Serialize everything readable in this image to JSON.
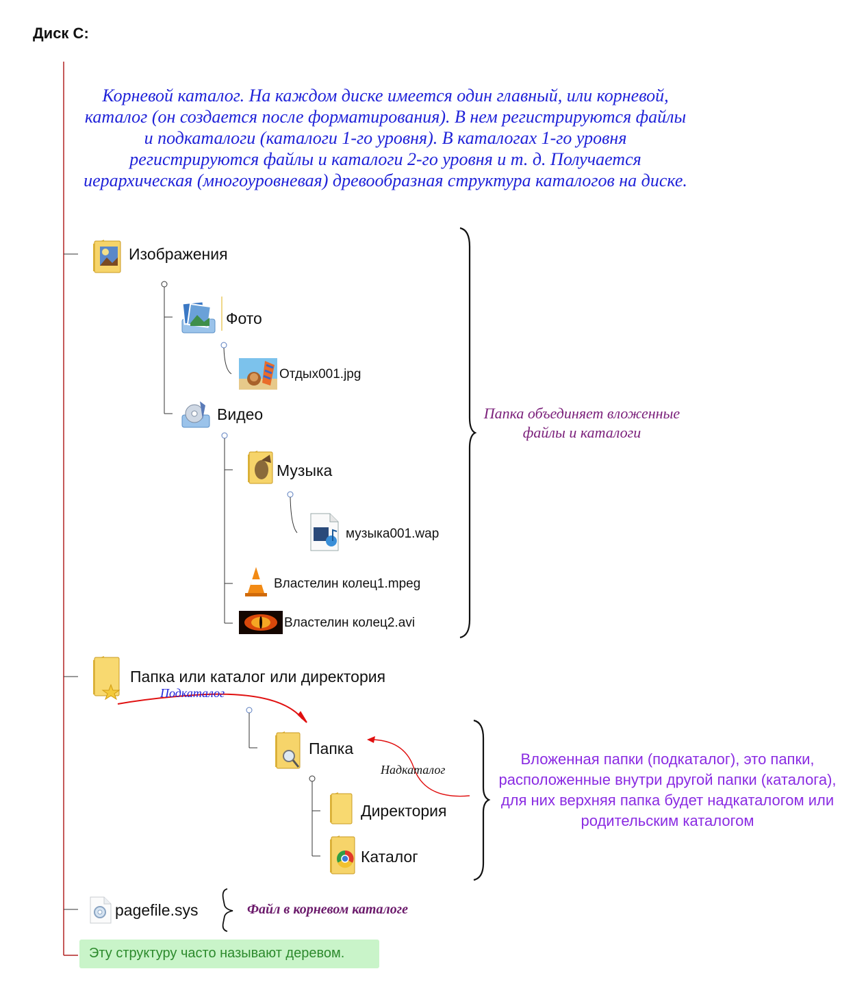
{
  "title": "Диск С:",
  "intro_text": "Корневой каталог. На каждом диске имеется один главный, или корневой, каталог (он создается после форматирования). В нем регистрируются файлы и подкаталоги (каталоги 1-го уровня). В каталогах 1-го уровня регистрируются файлы и каталоги 2-го уровня и т. д. Получается иерархическая (многоуровневая) древообразная структура каталогов на диске.",
  "tree": {
    "images_folder": "Изображения",
    "photo_folder": "Фото",
    "photo_file": "Отдых001.jpg",
    "video_folder": "Видео",
    "music_folder": "Музыка",
    "music_file": "музыка001.wap",
    "video_file_1": "Властелин колец1.mpeg",
    "video_file_2": "Властелин колец2.avi",
    "folder_root": "Папка или каталог или директория",
    "sub_folder": "Папка",
    "dir_folder": "Директория",
    "catalog_folder": "Каталог",
    "root_file": "pagefile.sys"
  },
  "notes": {
    "folder_note": "Папка объединяет вложенные файлы и каталоги",
    "nested_note": "Вложенная папки (подкаталог), это папки, расположенные внутри другой папки (каталога), для них верхняя папка будет надкаталогом или родительским каталогом",
    "subcatalog_label": "Подкаталог",
    "supercatalog_label": "Надкаталог",
    "root_file_note": "Файл в корневом каталоге",
    "tree_note": "Эту структуру часто называют деревом."
  },
  "colors": {
    "intro": "#1f22d8",
    "trunk": "#b22222",
    "arrow": "#e01010",
    "note_purple": "#7a1f7a",
    "note_violet": "#8a2be2",
    "tree_box_bg": "#c9f4c9",
    "tree_box_text": "#2c8a2c"
  }
}
